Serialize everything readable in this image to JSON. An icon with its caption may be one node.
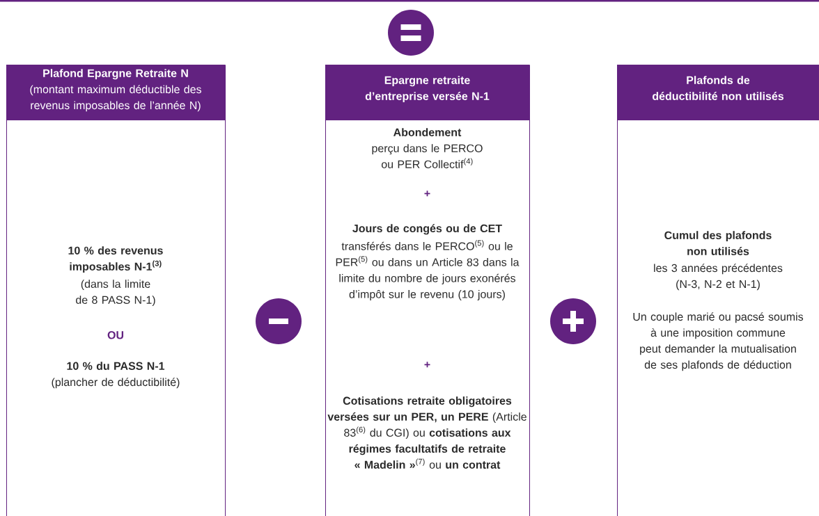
{
  "diagram": {
    "nodes": [
      {
        "text": [
          "Plafond Epargne Retraite N",
          "(montant maximum déductible des revenus imposables de l’année N)",
          "10 % des revenus imposables N-1$^{(3)}$",
          "(dans la limite de 8 PASS N-1)",
          "OU",
          "10 % du PASS N-1",
          "(plancher de déductibilité)"
        ]
      },
      {
        "text": [
          "Epargne retraite d’entreprise versée N-1",
          "Abondement",
          "perçu dans le PERCO ou PER Collectif$^{(4)}$",
          "+",
          "Jours de congés ou de CET",
          "transférés dans le PERCO$^{(5)}$ ou le PER$^{(5)}$ ou dans un Article 83 dans la limite du nombre de jours exonérés d’impôt sur le revenu (10 jours)",
          "+",
          "**Cotisations retraite obligatoires versées sur un PER, un PERE** (Article 83$^{(6)}$ du CGI) ou **cotisations aux régimes facultatifs de retraite « Madelin »**$^{(7)}$ ou **un contrat**"
        ]
      },
      {
        "text": [
          "Plafonds de déductibilité non utilisés",
          "Cumul des plafonds non utilisés",
          "les 3 années précédentes (N-3, N-2 et N-1)",
          "Un couple marié ou pacsé soumis à une imposition commune peut demander la mutualisation de ses plafonds de déduction"
        ]
      }
    ]
  }
}
